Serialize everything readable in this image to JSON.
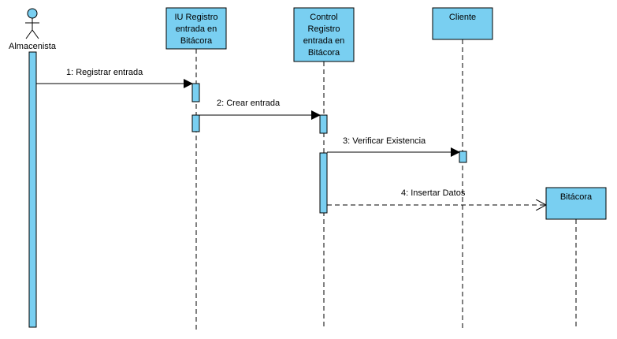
{
  "colors": {
    "fill": "#79CFF1",
    "stroke": "#000000",
    "background": "#FFFFFF"
  },
  "actor": {
    "name": "Almacenista",
    "icon": "stick-figure-icon"
  },
  "lifelines": [
    {
      "id": "iu",
      "label_lines": [
        "IU Registro",
        "entrada en",
        "Bitácora"
      ]
    },
    {
      "id": "control",
      "label_lines": [
        "Control",
        "Registro",
        "entrada en",
        "Bitácora"
      ]
    },
    {
      "id": "cliente",
      "label_lines": [
        "Cliente"
      ]
    },
    {
      "id": "bitacora",
      "label_lines": [
        "Bitácora"
      ]
    }
  ],
  "messages": [
    {
      "id": "m1",
      "label": "1: Registrar entrada",
      "from": "actor",
      "to": "iu",
      "style": "sync"
    },
    {
      "id": "m2",
      "label": "2: Crear entrada",
      "from": "iu",
      "to": "control",
      "style": "sync"
    },
    {
      "id": "m3",
      "label": "3: Verificar Existencia",
      "from": "control",
      "to": "cliente",
      "style": "sync"
    },
    {
      "id": "m4",
      "label": "4: Insertar Datos",
      "from": "control",
      "to": "bitacora",
      "style": "create"
    }
  ]
}
